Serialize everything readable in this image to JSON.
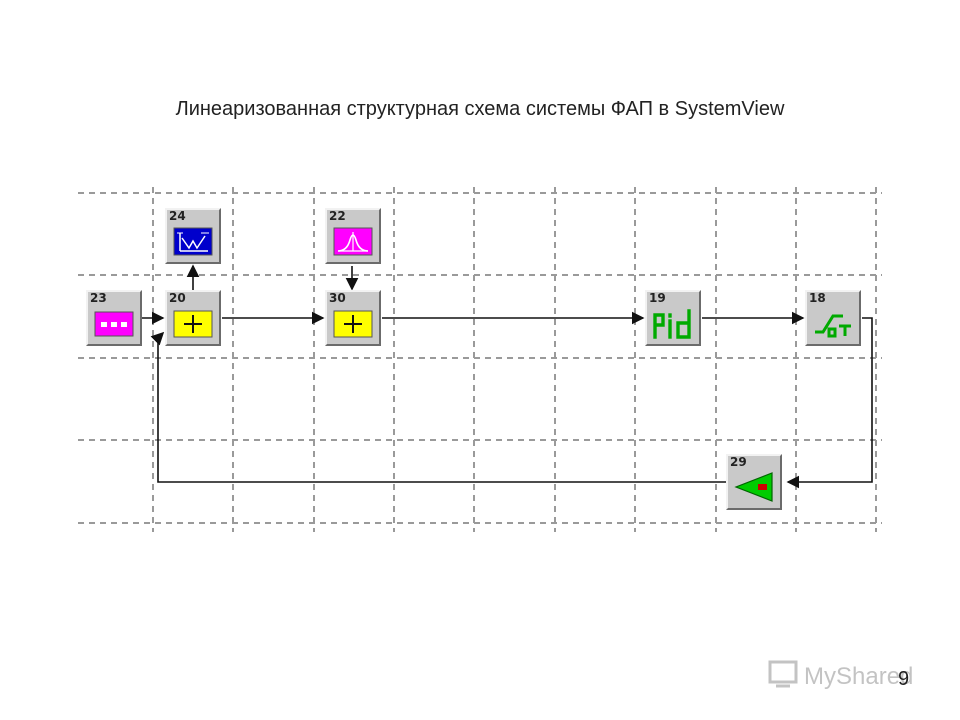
{
  "title": "Линеаризованная структурная схема системы ФАП в SystemView",
  "page_number": "9",
  "watermark": "MyShared",
  "blocks": [
    {
      "id": "23",
      "kind": "source-generator",
      "color": "#ff00ff"
    },
    {
      "id": "20",
      "kind": "adder",
      "color": "#ffff00"
    },
    {
      "id": "24",
      "kind": "sink-analyzer",
      "color": "#0000cc"
    },
    {
      "id": "30",
      "kind": "adder",
      "color": "#ffff00"
    },
    {
      "id": "22",
      "kind": "noise-source",
      "color": "#ff00ff"
    },
    {
      "id": "19",
      "kind": "pid-controller",
      "color": "#00aa00"
    },
    {
      "id": "18",
      "kind": "integrator",
      "color": "#00aa00"
    },
    {
      "id": "29",
      "kind": "gain",
      "color": "#00aa00"
    }
  ]
}
